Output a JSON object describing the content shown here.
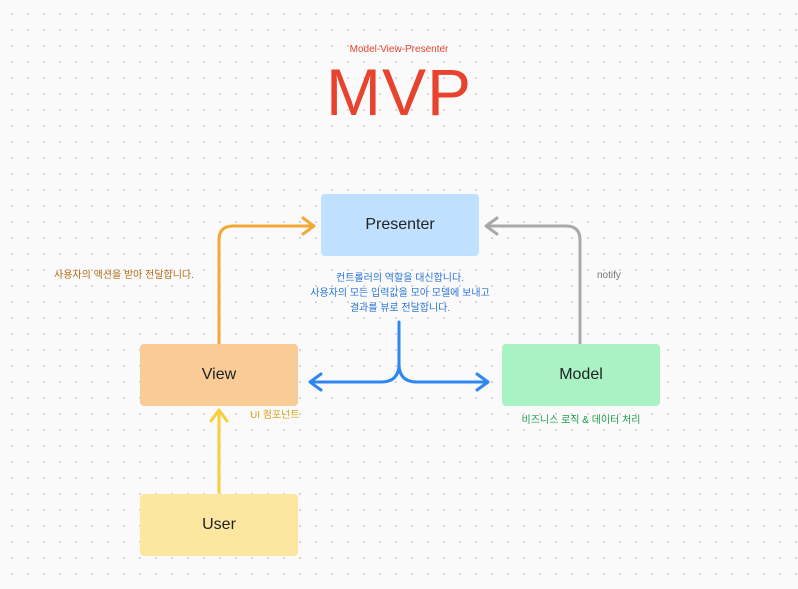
{
  "header": {
    "subtitle": "Model-View-Presenter",
    "title": "MVP"
  },
  "nodes": {
    "presenter": "Presenter",
    "view": "View",
    "model": "Model",
    "user": "User"
  },
  "notes": {
    "view_to_presenter": "사용자의 액션을 받아 전달합니다.",
    "presenter_lines": [
      "컨트롤러의 역할을 대신합니다.",
      "사용자의 모든 입력값을 모아 모델에 보내고",
      "결과를 뷰로 전달합니다."
    ],
    "notify": "notify",
    "view_sub": "UI 컴포넌트",
    "model_sub": "비즈니스 로직 & 데이터 처리"
  },
  "colors": {
    "title": "#e8432f",
    "presenter_fill": "#bfe0ff",
    "view_fill": "#f9cc97",
    "model_fill": "#a8f2c4",
    "user_fill": "#fde69f",
    "view_arrow": "#f4a836",
    "user_arrow": "#f6cf3a",
    "presenter_arrow": "#2f86f0",
    "notify_arrow": "#a9a9a9"
  }
}
